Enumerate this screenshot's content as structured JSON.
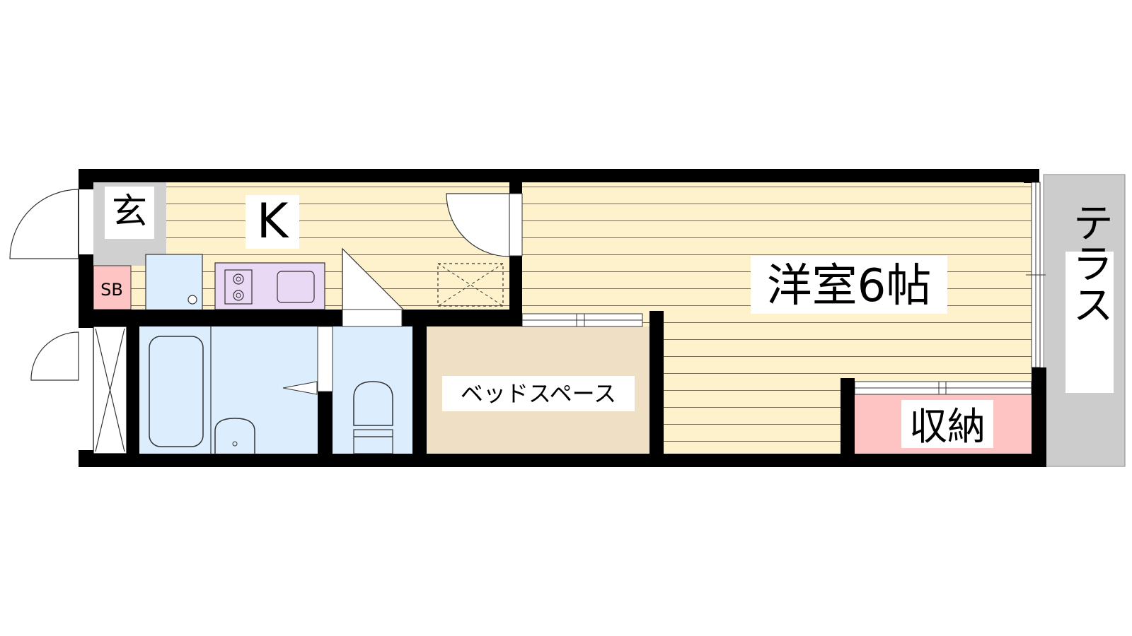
{
  "floorplan": {
    "rooms": {
      "genkan": "玄",
      "kitchen": "K",
      "shoe_box": "SB",
      "western_room": "洋室6帖",
      "bed_space": "ベッドスペース",
      "storage": "収納",
      "terrace": "テラス"
    },
    "colors": {
      "wood_floor": "#fdf2cc",
      "bath": "#dceefe",
      "bed_space": "#efdfc4",
      "storage": "#fec3c3",
      "entrance": "#d0d0d0",
      "terrace": "#cccccc",
      "cooktop": "#ead9f4",
      "wall": "#000000"
    }
  }
}
